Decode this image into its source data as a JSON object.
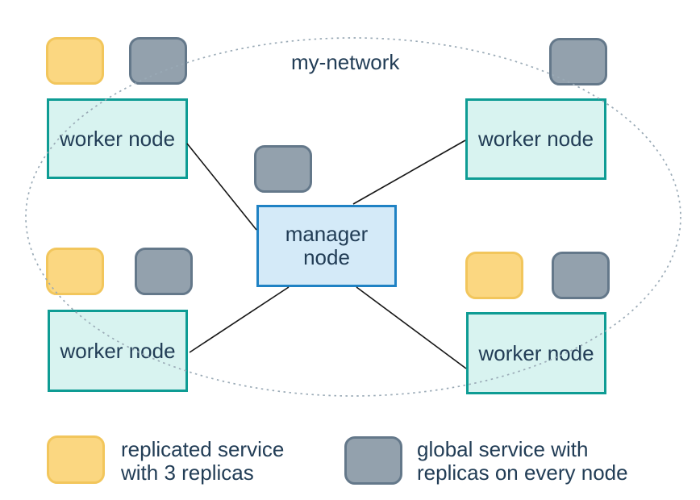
{
  "network": {
    "label": "my-network"
  },
  "nodes": {
    "manager": {
      "label": "manager\nnode"
    },
    "workers": [
      {
        "id": "top-left",
        "label": "worker node"
      },
      {
        "id": "top-right",
        "label": "worker node"
      },
      {
        "id": "bottom-left",
        "label": "worker node"
      },
      {
        "id": "bottom-right",
        "label": "worker node"
      }
    ]
  },
  "legend": {
    "items": [
      {
        "swatch": "replicated-service-swatch",
        "label": "replicated service\nwith 3 replicas"
      },
      {
        "swatch": "global-service-swatch",
        "label": "global service with\nreplicas on every node"
      }
    ]
  },
  "colors": {
    "replicated_service_fill": "#FBD781",
    "replicated_service_border": "#F2C65C",
    "global_service_fill": "#93A1AD",
    "global_service_border": "#64788A",
    "worker_node_fill": "#D8F3F0",
    "worker_node_border": "#0E9C94",
    "manager_node_fill": "#D4EAF8",
    "manager_node_border": "#1F82C4",
    "network_outline": "#9AAAB6",
    "connection_line": "#161616",
    "text": "#223D56"
  }
}
